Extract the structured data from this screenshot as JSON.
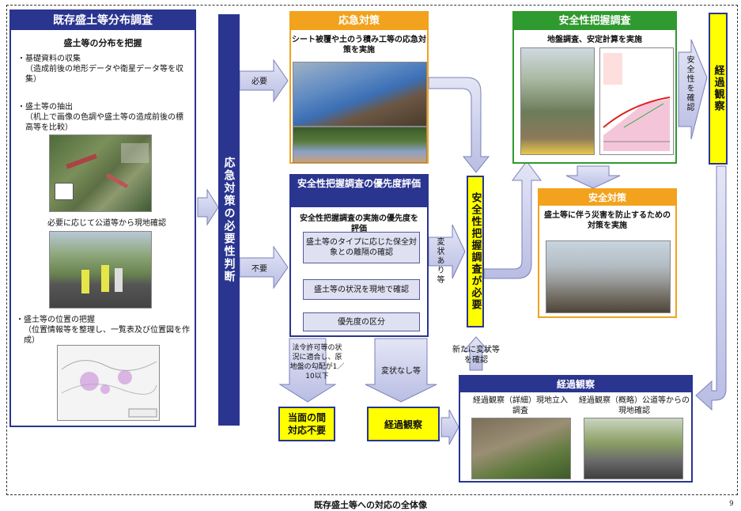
{
  "left": {
    "title": "既存盛土等分布調査",
    "subtitle": "盛土等の分布を把握",
    "item1_title": "・基礎資料の収集",
    "item1_body": "（造成前後の地形データや衛星データ等を収集）",
    "item2_title": "・盛土等の抽出",
    "item2_body": "（机上で画像の色調や盛土等の造成前後の標高等を比較）",
    "onsite": "必要に応じて公道等から現地確認",
    "item3_title": "・盛土等の位置の把握",
    "item3_body": "（位置情報等を整理し、一覧表及び位置図を作成）"
  },
  "judge_bar": "応急対策の必要性判断",
  "arrows": {
    "need": "必要",
    "no_need": "不要",
    "change": "変状あり等",
    "new_change": "新たに変状等を確認",
    "legal": "法令許可等の状況に適合し、原地盤の勾配が1／10以下",
    "no_change": "変状なし等",
    "safety_ok": "安全性を確認"
  },
  "emergency": {
    "title": "応急対策",
    "desc": "シート被覆や土のう積み工等の応急対策を実施"
  },
  "priority": {
    "title": "安全性把握調査の優先度評価",
    "desc": "安全性把握調査の実施の優先度を評価",
    "step1": "盛土等のタイプに応じた保全対象との離隔の確認",
    "step2": "盛土等の状況を現地で確認",
    "step3": "優先度の区分"
  },
  "survey_needed": "安全性把握調査が必要",
  "safety_survey": {
    "title": "安全性把握調査",
    "desc": "地盤調査、安定計算を実施"
  },
  "safety_measure": {
    "title": "安全対策",
    "desc": "盛土等に伴う災害を防止するための対策を実施"
  },
  "observe_bar": "経過観察",
  "no_action": "当面の間対応不要",
  "observe_small": "経過観察",
  "observation": {
    "title": "経過観察",
    "detail_label": "経過観察（詳細）現地立入調査",
    "summary_label": "経過観察（概略）公道等からの現地確認"
  },
  "caption": "既存盛土等への対応の全体像",
  "page_number": "9",
  "colors": {
    "navy": "#2a3590",
    "orange": "#f2a21c",
    "green": "#2f9a2f",
    "yellow": "#ffff00",
    "arrow": "#c8cbe8"
  }
}
